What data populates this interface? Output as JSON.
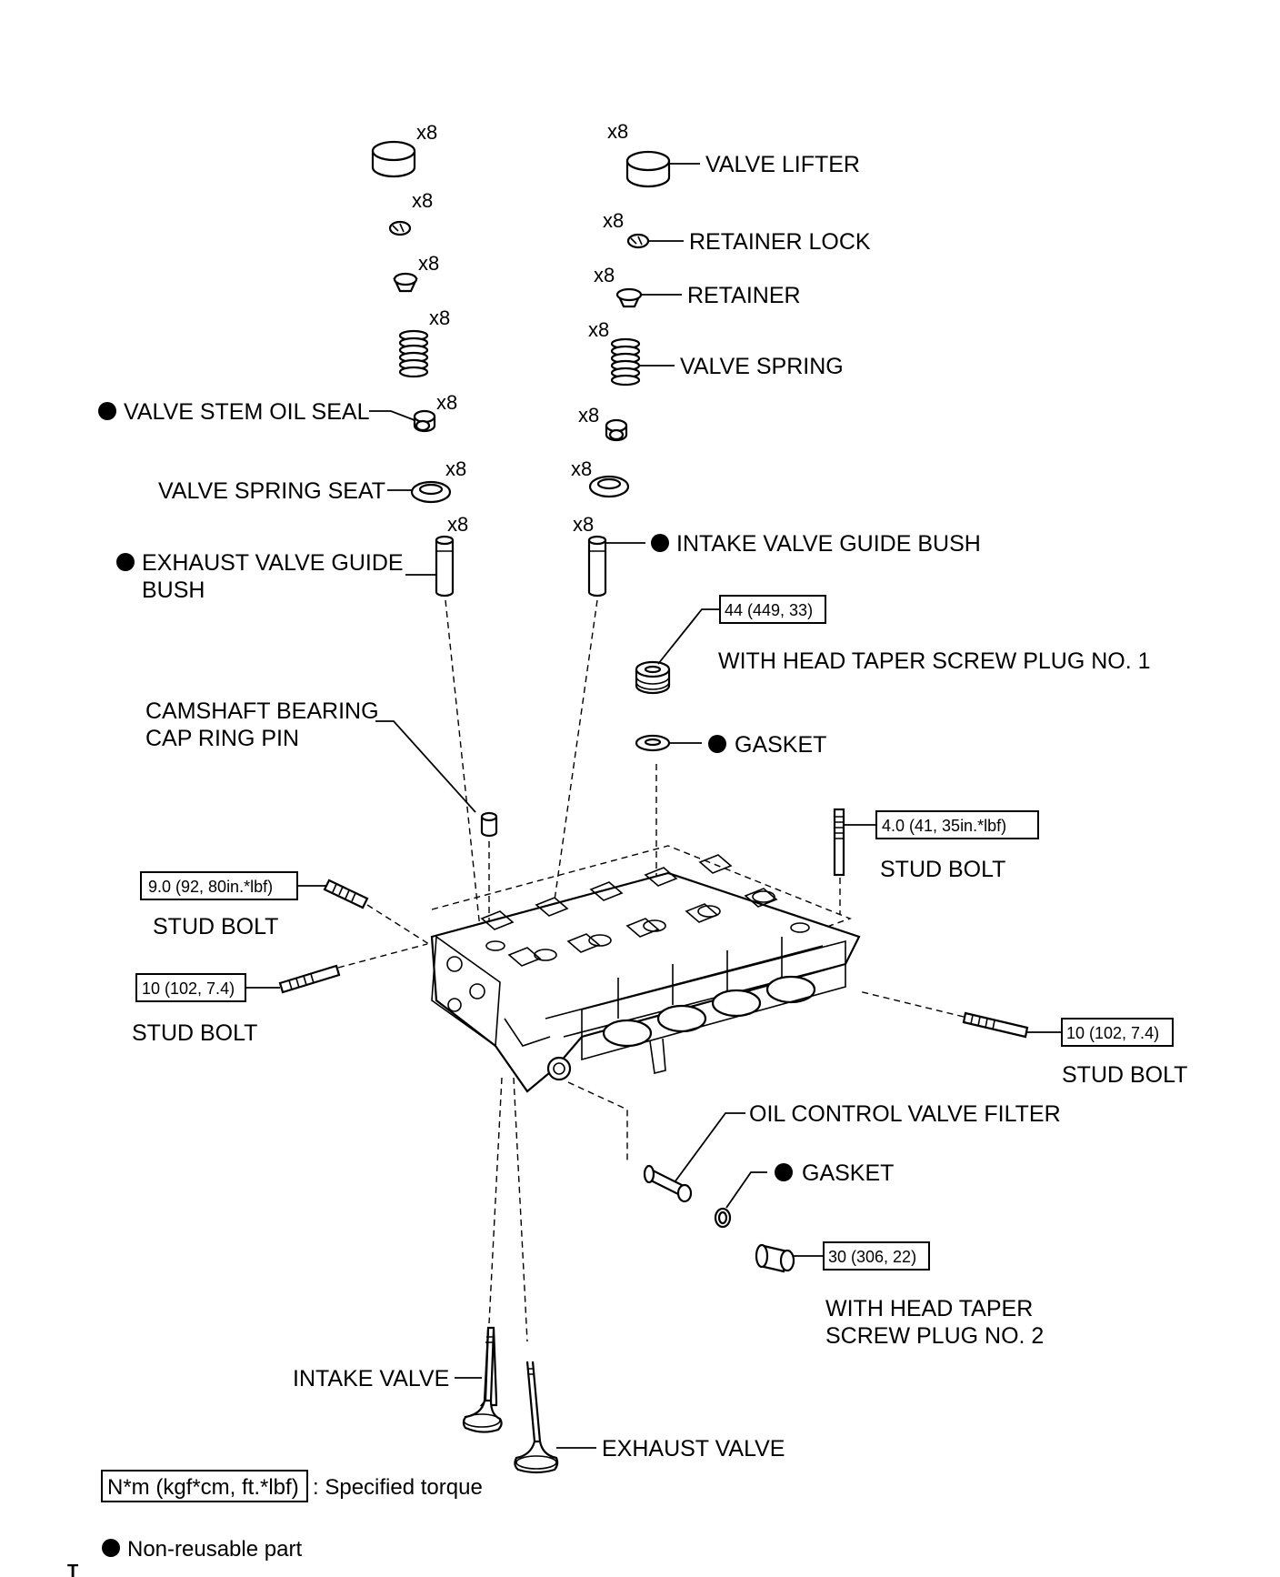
{
  "labels": {
    "valve_lifter": "VALVE LIFTER",
    "retainer_lock": "RETAINER LOCK",
    "retainer": "RETAINER",
    "valve_spring": "VALVE SPRING",
    "valve_stem_oil_seal": "VALVE STEM OIL SEAL",
    "valve_spring_seat": "VALVE SPRING SEAT",
    "exhaust_valve_guide_bush_1": "EXHAUST VALVE GUIDE",
    "exhaust_valve_guide_bush_2": "BUSH",
    "intake_valve_guide_bush": "INTAKE VALVE GUIDE BUSH",
    "plug_no1": "WITH HEAD TAPER SCREW PLUG NO. 1",
    "gasket_top": "GASKET",
    "camshaft_pin_1": "CAMSHAFT BEARING",
    "camshaft_pin_2": "CAP RING PIN",
    "stud_bolt_right_top": "STUD BOLT",
    "stud_bolt_left_top": "STUD BOLT",
    "stud_bolt_left_mid": "STUD BOLT",
    "stud_bolt_right_mid": "STUD BOLT",
    "oil_control_valve_filter": "OIL CONTROL VALVE FILTER",
    "gasket_bottom": "GASKET",
    "plug_no2_1": "WITH HEAD TAPER",
    "plug_no2_2": "SCREW PLUG NO. 2",
    "intake_valve": "INTAKE VALVE",
    "exhaust_valve": "EXHAUST VALVE"
  },
  "quantities": {
    "lifter_left": "x8",
    "lifter_right": "x8",
    "lock_left": "x8",
    "lock_right": "x8",
    "retainer_left": "x8",
    "retainer_right": "x8",
    "spring_left": "x8",
    "spring_right": "x8",
    "seal_left": "x8",
    "seal_right": "x8",
    "seat_left": "x8",
    "seat_right": "x8",
    "bush_left": "x8",
    "bush_right": "x8"
  },
  "torques": {
    "plug_no1": "44 (449, 33)",
    "stud_right_top": "4.0 (41, 35in.*lbf)",
    "stud_left_top": "9.0 (92, 80in.*lbf)",
    "stud_left_mid": "10 (102, 7.4)",
    "stud_right_mid": "10 (102, 7.4)",
    "plug_no2": "30 (306, 22)"
  },
  "legend": {
    "torque_unit": "N*m (kgf*cm, ft.*lbf)",
    "torque_desc": ": Specified torque",
    "non_reusable": "Non-reusable part"
  },
  "corner_mark": "T"
}
